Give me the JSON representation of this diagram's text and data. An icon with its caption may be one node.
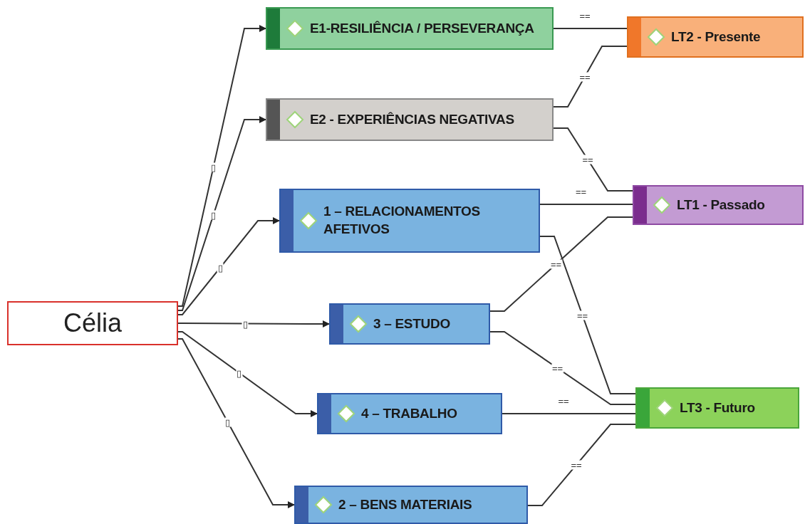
{
  "diagram": {
    "nodes": [
      {
        "text": [
          "Célia"
        ]
      },
      {
        "text": [
          "E1-RESILIÊNCIA / PERSEVERANÇA"
        ]
      },
      {
        "text": [
          "E2 - EXPERIÊNCIAS NEGATIVAS"
        ]
      },
      {
        "text": [
          "1 – RELACIONAMENTOS AFETIVOS"
        ]
      },
      {
        "text": [
          "3 – ESTUDO"
        ]
      },
      {
        "text": [
          "4 – TRABALHO"
        ]
      },
      {
        "text": [
          "2 – BENS MATERIAIS"
        ]
      },
      {
        "text": [
          "LT2 - Presente"
        ]
      },
      {
        "text": [
          "LT1 - Passado"
        ]
      },
      {
        "text": [
          "LT3 - Futuro"
        ]
      }
    ],
    "edges": [
      {
        "from": 0,
        "to": 1,
        "arrow": "to",
        "label": "▯"
      },
      {
        "from": 0,
        "to": 2,
        "arrow": "to",
        "label": "▯"
      },
      {
        "from": 0,
        "to": 3,
        "arrow": "to",
        "label": "▯"
      },
      {
        "from": 0,
        "to": 4,
        "arrow": "to",
        "label": "▯"
      },
      {
        "from": 0,
        "to": 5,
        "arrow": "to",
        "label": "▯"
      },
      {
        "from": 0,
        "to": 6,
        "arrow": "to",
        "label": "▯"
      },
      {
        "from": 1,
        "to": 7,
        "arrow": "none",
        "label": "=="
      },
      {
        "from": 2,
        "to": 7,
        "arrow": "none",
        "label": "=="
      },
      {
        "from": 2,
        "to": 8,
        "arrow": "none",
        "label": "=="
      },
      {
        "from": 3,
        "to": 8,
        "arrow": "none",
        "label": "=="
      },
      {
        "from": 4,
        "to": 8,
        "arrow": "none",
        "label": "=="
      },
      {
        "from": 3,
        "to": 9,
        "arrow": "none",
        "label": "=="
      },
      {
        "from": 4,
        "to": 9,
        "arrow": "none",
        "label": "=="
      },
      {
        "from": 5,
        "to": 9,
        "arrow": "none",
        "label": "=="
      },
      {
        "from": 6,
        "to": 9,
        "arrow": "none",
        "label": "=="
      }
    ]
  }
}
